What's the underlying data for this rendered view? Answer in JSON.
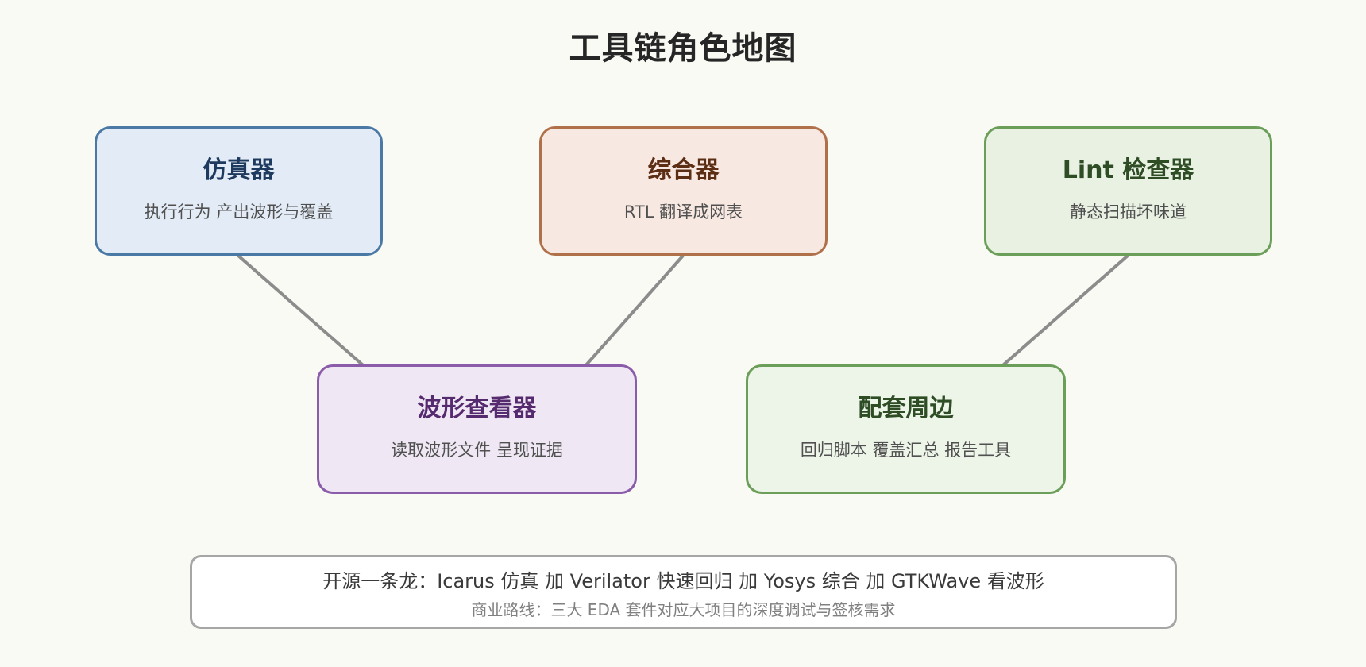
{
  "title": "工具链角色地图",
  "nodes": {
    "simulator": {
      "title": "仿真器",
      "desc": "执行行为 产出波形与覆盖"
    },
    "synthesizer": {
      "title": "综合器",
      "desc": "RTL 翻译成网表"
    },
    "lint": {
      "title": "Lint 检查器",
      "desc": "静态扫描坏味道"
    },
    "waveform": {
      "title": "波形查看器",
      "desc": "读取波形文件 呈现证据"
    },
    "peripheral": {
      "title": "配套周边",
      "desc": "回归脚本 覆盖汇总 报告工具"
    }
  },
  "connections": [
    {
      "from": "simulator",
      "to": "waveform"
    },
    {
      "from": "synthesizer",
      "to": "waveform"
    },
    {
      "from": "lint",
      "to": "peripheral"
    }
  ],
  "footer": {
    "line1": "开源一条龙：Icarus 仿真 加 Verilator 快速回归 加 Yosys 综合 加 GTKWave 看波形",
    "line2": "商业路线：三大 EDA 套件对应大项目的深度调试与签核需求"
  },
  "colors": {
    "connector": "#8c8c8c",
    "simulator": "#4a79a5",
    "synthesizer": "#b0704a",
    "lint": "#6b9e58",
    "waveform": "#8b5caa",
    "peripheral": "#6b9e58"
  }
}
